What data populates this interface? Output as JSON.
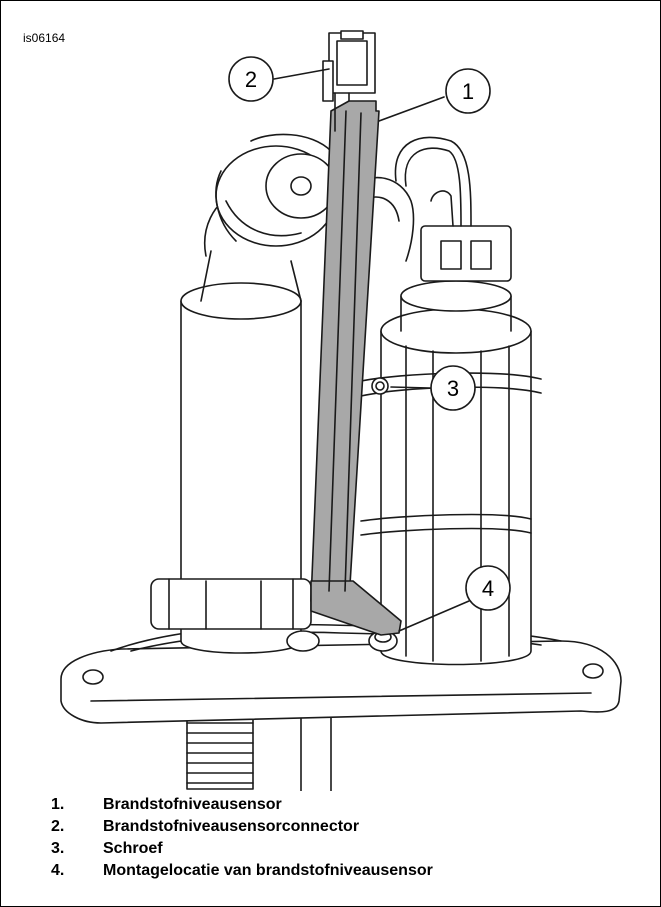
{
  "figure": {
    "id": "is06164",
    "callouts": [
      {
        "label": "1"
      },
      {
        "label": "2"
      },
      {
        "label": "3"
      },
      {
        "label": "4"
      }
    ]
  },
  "legend": [
    {
      "num": "1.",
      "text": "Brandstofniveausensor"
    },
    {
      "num": "2.",
      "text": "Brandstofniveausensorconnector"
    },
    {
      "num": "3.",
      "text": "Schroef"
    },
    {
      "num": "4.",
      "text": "Montagelocatie van brandstofniveausensor"
    }
  ],
  "colors": {
    "line": "#1a1a1a",
    "sensor_fill": "#a8a8a8",
    "body_fill": "#ffffff"
  }
}
